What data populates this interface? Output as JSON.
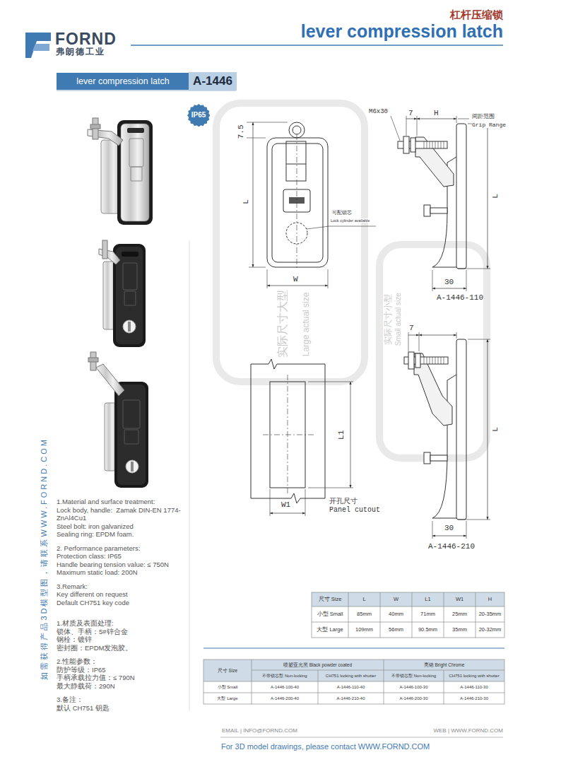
{
  "diagram": {
    "title": "lever compression latch",
    "nodes": [
      {
        "text": [
          "lever compression latch"
        ]
      },
      {
        "text": [
          "A-1446"
        ]
      },
      {
        "text": [
          "IP65"
        ]
      }
    ],
    "labels": [
      "杠杆压缩锁",
      "FORND",
      "弗朗德工业",
      "7.5",
      "L",
      "W",
      "可配锁芯",
      "Lock cylinder available",
      "实际尺寸大型",
      "Large actual size",
      "M6x30",
      "7",
      "H",
      "间距范围",
      "Grip Range",
      "L",
      "30",
      "A-1446-110",
      "实际尺寸小型",
      "Small actual size",
      "7",
      "L",
      "30",
      "A-1446-210",
      "L1",
      "W1",
      "开孔尺寸",
      "Panel cutout",
      "如需获得产品3D模型图，请联系WWW.FORND.COM",
      "1.Material and surface treatment:",
      "Lock body, handle:  Zamak DIN-EN 1774-ZnAl4Cu1",
      "Steel bolt: iron galvanized",
      "Sealing ring: EPDM foam.",
      "2. Performance parameters:",
      "Protection class: IP65",
      "Handle bearing tension value: ≤ 750N",
      "Maximum static load: 200N",
      "3.Remark:",
      "Key different on request",
      "Default CH751 key code",
      "1.材质及表面处理:",
      "锁体、手柄：5#锌合金",
      "钢栓：镀锌",
      "密封圈：EPDM发泡胶。",
      "2.性能参数：",
      "防护等级：IP65",
      "手柄承载拉力值：≤ 790N",
      "最大静载荷：290N",
      "3.备注：",
      "默认 CH751 钥匙",
      "尺寸 Size",
      "L",
      "W",
      "L1",
      "W1",
      "H",
      "小型 Small",
      "85mm",
      "40mm",
      "71mm",
      "25mm",
      "20-35mm",
      "大型 Large",
      "109mm",
      "56mm",
      "90.5mm",
      "35mm",
      "20-32mm",
      "尺寸 Size",
      "喷塑亚光黑 Black powder coated",
      "亮铬 Bright Chrome",
      "不带锁芯型 Non-locking",
      "CH751 locking with shutter",
      "不带锁芯型 Non-locking",
      "CH751 locking with shutter",
      "小型 Small",
      "A-1446-100-40",
      "A-1446-110-40",
      "A-1446-100-30",
      "A-1446-110-30",
      "大型 Large",
      "A-1446-200-40",
      "A-1446-210-40",
      "A-1446-200-30",
      "A-1446-210-30",
      "EMAIL | INFO@FORND.COM",
      "WEB | WWW.FORND.COM",
      "For 3D model drawings, please contact WWW.FORND.COM"
    ]
  }
}
